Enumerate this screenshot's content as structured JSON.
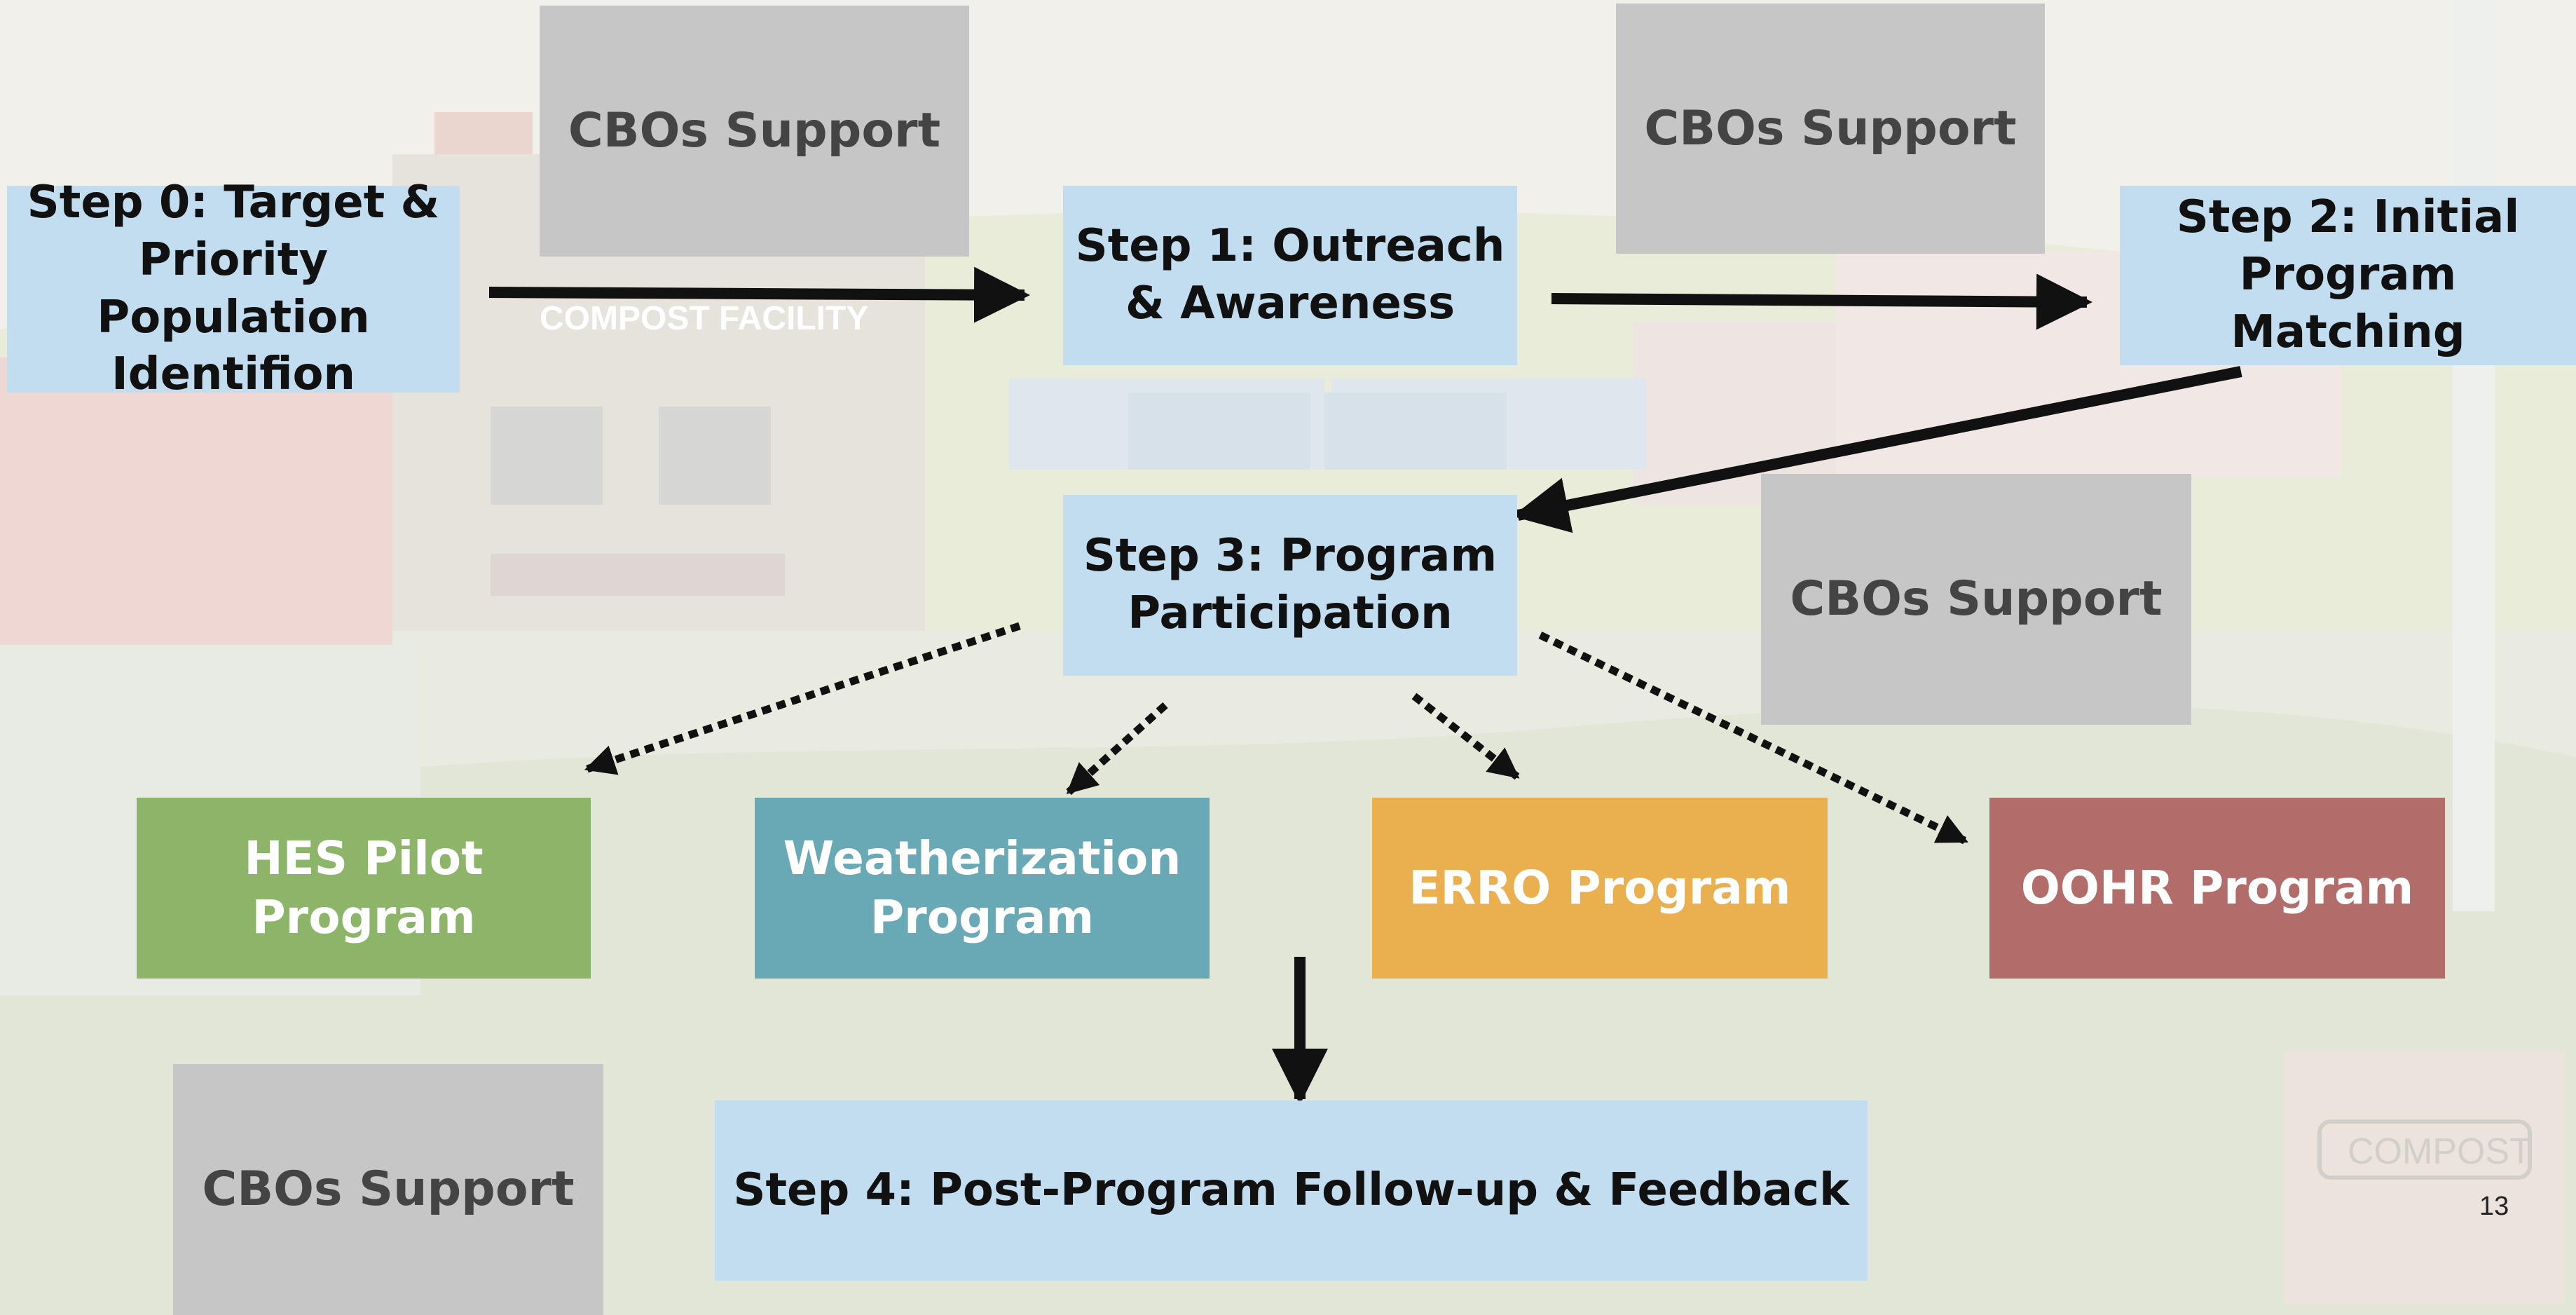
{
  "colors": {
    "step_box": "#c3ddf0",
    "cbo_box": "#c6c6c6",
    "hes": "#8cb56a",
    "weatherization": "#69a8b5",
    "erro": "#eaaf4e",
    "oohr": "#b26c69",
    "arrow": "#111111"
  },
  "background": {
    "icon": "rural-farm-compost-illustration-icon",
    "compost_sign": "COMPOST FACILITY",
    "compost_crate": "COMPOST"
  },
  "steps": {
    "step0": "Step 0: Target & Priority Population Identifion",
    "step1": "Step 1: Outreach & Awareness",
    "step2": "Step 2: Initial Program Matching",
    "step3": "Step 3: Program Participation",
    "step4": "Step 4: Post-Program Follow-up & Feedback"
  },
  "cbos": {
    "label": "CBOs Support"
  },
  "programs": {
    "hes": "HES Pilot Program",
    "weatherization": "Weatherization Program",
    "erro": "ERRO Program",
    "oohr": "OOHR Program"
  },
  "page_number": "13"
}
